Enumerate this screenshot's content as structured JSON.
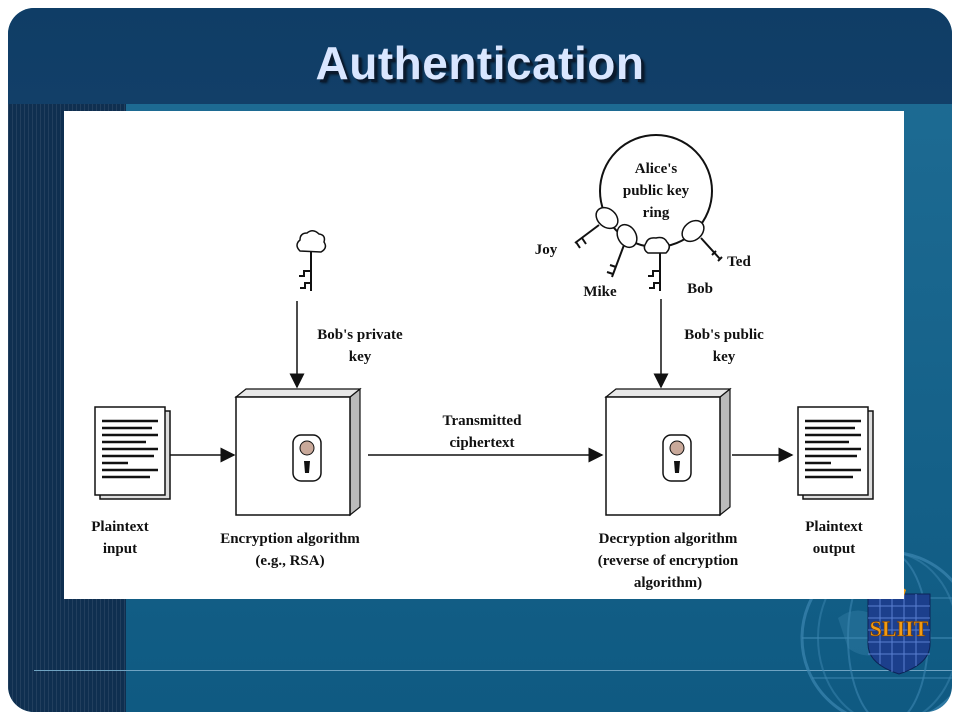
{
  "slide": {
    "title": "Authentication",
    "logo_text": "SLIIT"
  },
  "diagram": {
    "plaintext_input": [
      "Plaintext",
      "input"
    ],
    "encryption_algorithm": [
      "Encryption algorithm",
      "(e.g., RSA)"
    ],
    "bobs_private_key": [
      "Bob's private",
      "key"
    ],
    "transmitted_ciphertext": [
      "Transmitted",
      "ciphertext"
    ],
    "key_ring": [
      "Alice's",
      "public key",
      "ring"
    ],
    "key_ring_names": {
      "joy": "Joy",
      "mike": "Mike",
      "bob": "Bob",
      "ted": "Ted"
    },
    "bobs_public_key": [
      "Bob's public",
      "key"
    ],
    "decryption_algorithm": [
      "Decryption algorithm",
      "(reverse of encryption",
      "algorithm)"
    ],
    "plaintext_output": [
      "Plaintext",
      "output"
    ]
  },
  "colors": {
    "title_bar": "#123f68",
    "slide_background": "#1f6d95",
    "left_band": "#0f2f50",
    "title_text": "#d9e6ff",
    "logo_orange": "#f39c12"
  }
}
